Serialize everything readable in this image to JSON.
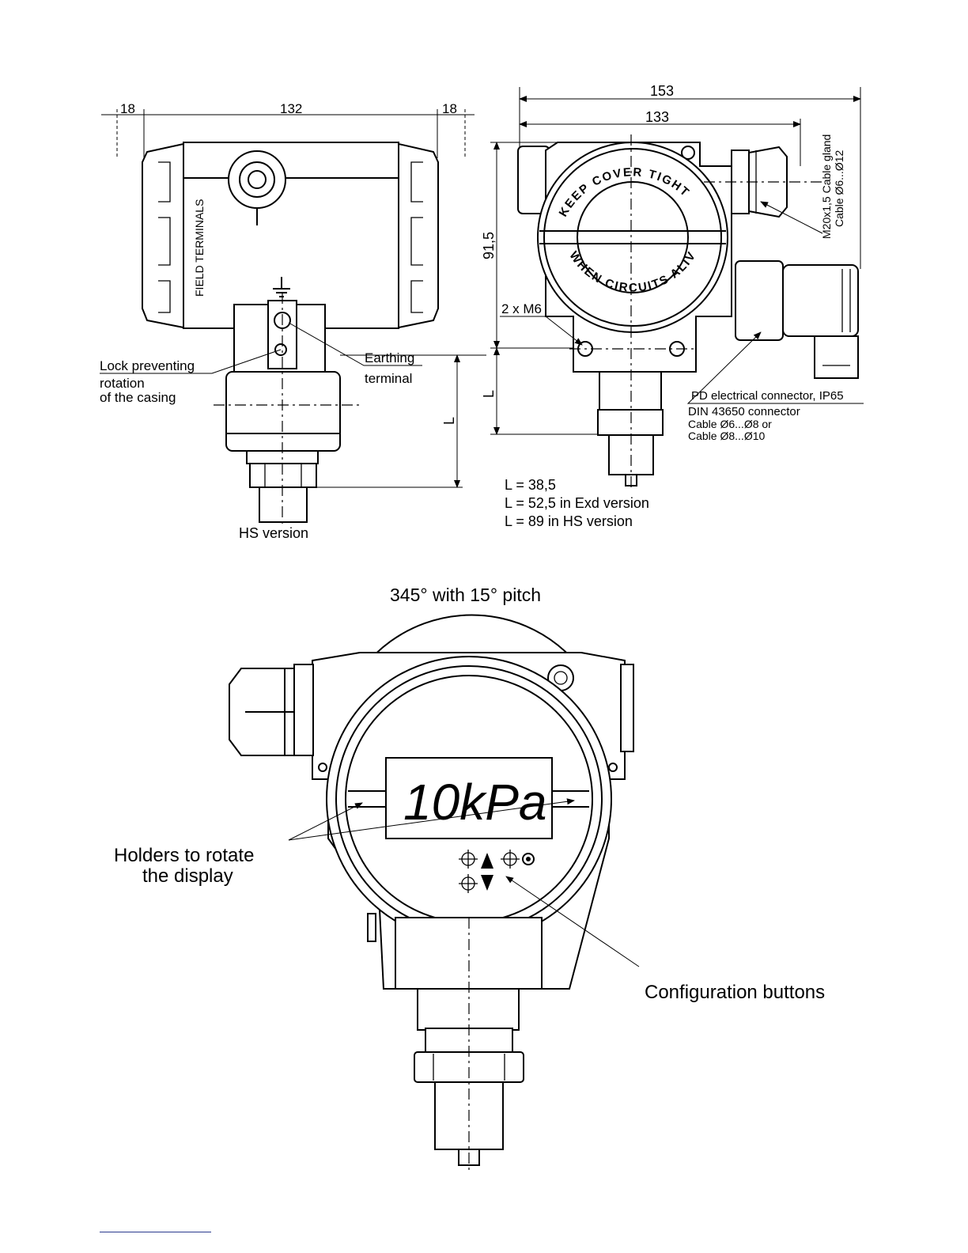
{
  "left_view": {
    "dim_left": "18",
    "dim_middle": "132",
    "dim_right": "18",
    "field_terminals": "FIELD TERMINALS",
    "lock_label_line1": "Lock preventing",
    "lock_label_line2": "rotation",
    "lock_label_line3": "of the casing",
    "earthing_line1": "Earthing",
    "earthing_line2": "terminal",
    "dim_L": "L",
    "hs_version": "HS version"
  },
  "right_view": {
    "dim_153": "153",
    "dim_133": "133",
    "dim_91_5": "91,5",
    "dim_L": "L",
    "m6_label": "2 x M6",
    "cover_text_top": "KEEP COVER TIGHT",
    "cover_text_bottom": "WHEN CIRCUITS ALIVE",
    "gland_line1": "M20x1,5 Cable gland",
    "gland_line2": "Cable Ø6...Ø12",
    "connector_line1": "PD electrical connector, IP65",
    "connector_line2": "DIN 43650 connector",
    "connector_line3": "Cable  Ø6...Ø8   or",
    "connector_line4": "Cable  Ø8...Ø10",
    "L_line1": "L = 38,5",
    "L_line2": "L = 52,5 in Exd version",
    "L_line3": "L = 89 in HS version"
  },
  "front_view": {
    "rotation_label": "345° with 15° pitch",
    "display_value": "10kPa",
    "holders_line1": "Holders to rotate",
    "holders_line2": "the display",
    "config_buttons": "Configuration buttons"
  }
}
